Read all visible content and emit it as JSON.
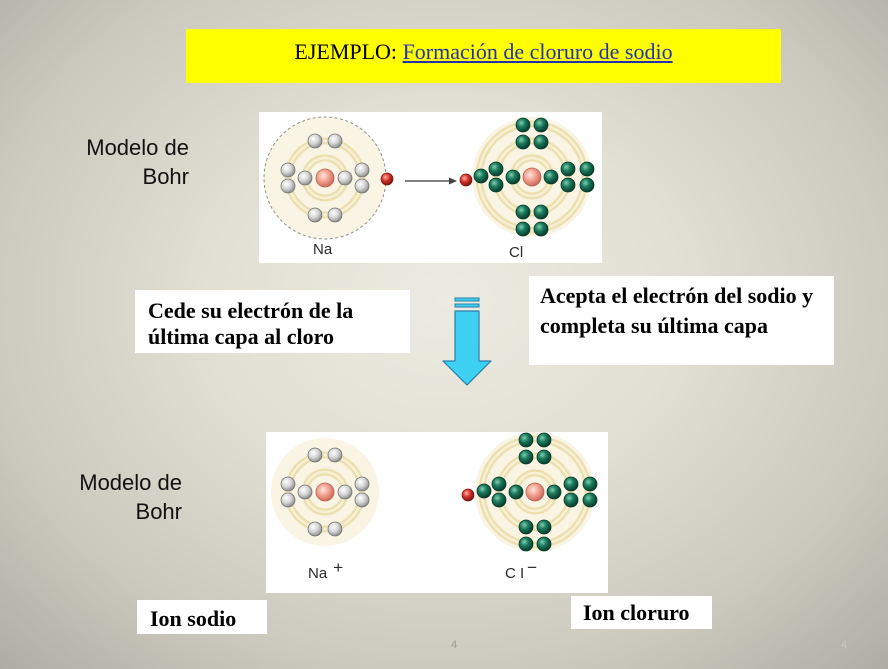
{
  "title": {
    "prefix": "EJEMPLO: ",
    "link": "Formación de cloruro de sodio"
  },
  "model_label_top": {
    "line1": "Modelo de",
    "line2": "Bohr"
  },
  "model_label_bottom": {
    "line1": "Modelo de",
    "line2": "Bohr"
  },
  "top_diagram": {
    "na_label": "Na",
    "cl_label": "Cl"
  },
  "bottom_diagram": {
    "na_label": "Na",
    "na_charge": "+",
    "cl_label": "C I",
    "cl_charge": "−"
  },
  "note_left": {
    "line1": "Cede su electrón de la",
    "line2": "última capa al cloro"
  },
  "note_right": {
    "line1": "Acepta el electrón del sodio y",
    "line2": "completa su última capa"
  },
  "caption_left": "Ion sodio",
  "caption_right": "Ion cloruro",
  "page_number": "4",
  "page_number_corner": "4",
  "colors": {
    "title_bg": "#ffff00",
    "link": "#2233b0",
    "arrow_fill": "#3ed0f2",
    "arrow_stroke": "#2a7ea8",
    "shell": "#ecdfae",
    "electron_grey": "#d4d4d4",
    "electron_green": "#1b7a5c",
    "electron_red": "#d4302a",
    "nucleus": "#ee9988"
  }
}
